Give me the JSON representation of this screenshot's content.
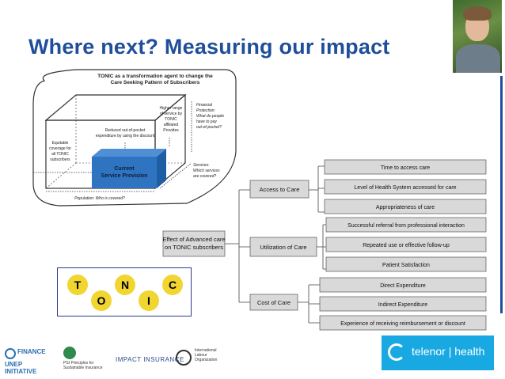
{
  "slide": {
    "title": "Where next? Measuring our impact"
  },
  "diagram": {
    "header_line1": "TONIC as a transformation agent to change the",
    "header_line2": "Care Seeking Pattern of Subscribers",
    "core_line1": "Current",
    "core_line2": "Service Provision",
    "reduced": [
      "Reduced out-of-pocket",
      "expenditure by using the discount"
    ],
    "higher": [
      "Higher range",
      "of service by",
      "TONIC",
      "affiliated",
      "Provides"
    ],
    "equitable": [
      "Equitable",
      "coverage for",
      "all TONIC",
      "subscribers"
    ],
    "financial": [
      "Financial",
      "Protection:",
      "What do people",
      "have to pay",
      "out-of-pocket?"
    ],
    "services": [
      "Services:",
      "Which services",
      "are covered?"
    ],
    "population": "Population: Who is covered?"
  },
  "tree": {
    "root": [
      "Effect of Advanced care",
      "on TONIC subscribers"
    ],
    "branches": [
      {
        "label": "Access to Care",
        "leaves": [
          "Time to access care",
          "Level of Health System accessed for care",
          "Appropriateness of care"
        ]
      },
      {
        "label": "Utilization of Care",
        "leaves": [
          "Successful referral from professional interaction",
          "Repeated use or effective follow-up",
          "Patient Satisfaction"
        ]
      },
      {
        "label": "Cost of Care",
        "leaves": [
          "Direct Expenditure",
          "Indirect Expenditure",
          "Experience of receiving reimbursement or discount"
        ]
      }
    ]
  },
  "tonic_logo": {
    "letters": [
      "T",
      "O",
      "N",
      "I",
      "C"
    ]
  },
  "footer": {
    "finance_line1": "FINANCE",
    "finance_line2": "UNEP INITIATIVE",
    "psi_text": "PSI Principles for Sustainable Insurance",
    "impact_insurance": "IMPACT INSURANCE",
    "ilo_text": "International Labour Organization",
    "telenor": "telenor | health"
  },
  "colors": {
    "title": "#1f4e9a",
    "box_fill": "#d9d9d9",
    "core_fill": "#2f74c0",
    "telenor": "#19a9e2",
    "tonic_yellow": "#f1d531"
  }
}
